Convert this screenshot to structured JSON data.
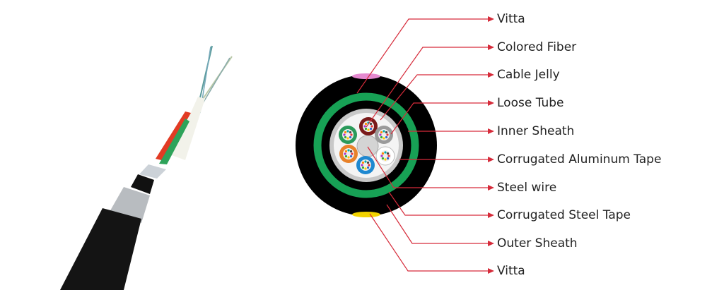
{
  "labels": [
    "Vitta",
    "Colored Fiber",
    "Cable Jelly",
    "Loose Tube",
    "Inner Sheath",
    "Corrugated Aluminum Tape",
    "Steel wire",
    "Corrugated Steel Tape",
    "Outer Sheath",
    "Vitta"
  ],
  "colors": {
    "leader_line": "#d62b3a",
    "outer_sheath": "#000000",
    "inner_ring": "#17a155",
    "top_vitta": "#e58ad0",
    "bottom_vitta": "#f2d200",
    "aluminum_tape": "#c8c8c8"
  },
  "tube_colors": [
    "#7a1a1a",
    "#9a9a9a",
    "#ffffff",
    "#1e88d0",
    "#e8822a",
    "#2a9a5a"
  ]
}
